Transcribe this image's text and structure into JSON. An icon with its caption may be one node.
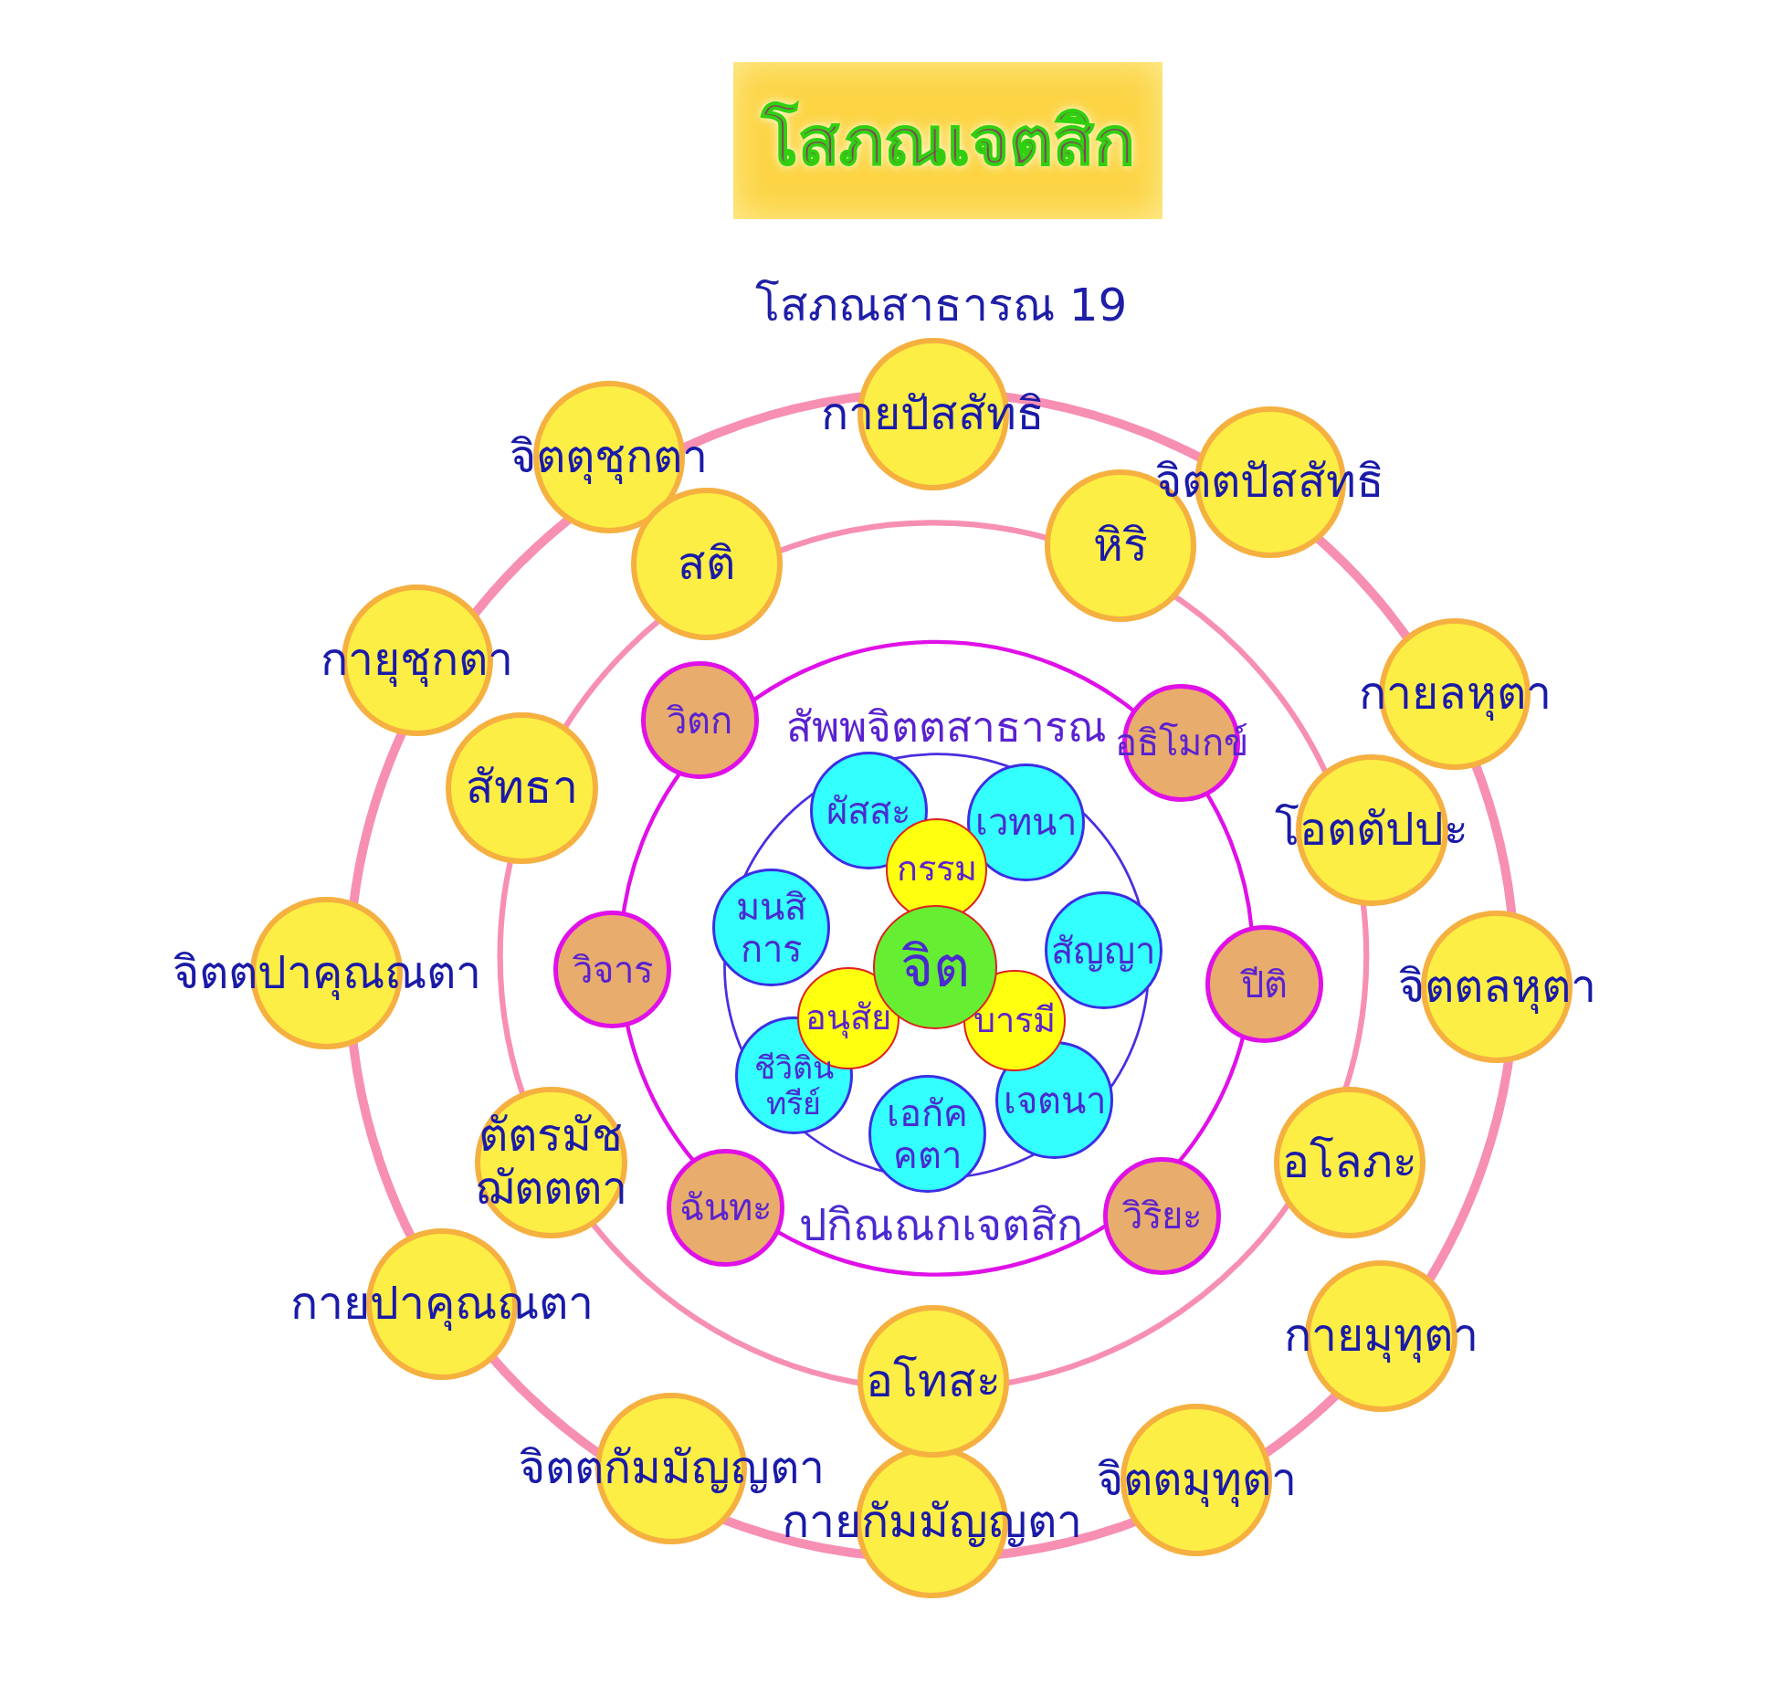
{
  "diagram": {
    "title": "โสภณเจตสิก",
    "nodes": [
      {
        "text": [
          "กายปัสสัทธิ"
        ]
      },
      {
        "text": [
          "จิตตปัสสัทธิ"
        ]
      },
      {
        "text": [
          "กายลหุตา"
        ]
      },
      {
        "text": [
          "จิตตลหุตา"
        ]
      },
      {
        "text": [
          "กายมุทุตา"
        ]
      },
      {
        "text": [
          "จิตตมุทุตา"
        ]
      },
      {
        "text": [
          "กายกัมมัญญตา"
        ]
      },
      {
        "text": [
          "จิตตกัมมัญญตา"
        ]
      },
      {
        "text": [
          "กายปาคุณณตา"
        ]
      },
      {
        "text": [
          "จิตตปาคุณณตา"
        ]
      },
      {
        "text": [
          "กายุชุกตา"
        ]
      },
      {
        "text": [
          "จิตตุชุกตา"
        ]
      },
      {
        "text": [
          "สติ"
        ]
      },
      {
        "text": [
          "หิริ"
        ]
      },
      {
        "text": [
          "โอตตัปปะ"
        ]
      },
      {
        "text": [
          "อโลภะ"
        ]
      },
      {
        "text": [
          "อโทสะ"
        ]
      },
      {
        "text": [
          "ตัตรมัชฌัตตตา"
        ]
      },
      {
        "text": [
          "สัทธา"
        ]
      },
      {
        "text": [
          "วิตก"
        ]
      },
      {
        "text": [
          "อธิโมกข์"
        ]
      },
      {
        "text": [
          "ปีติ"
        ]
      },
      {
        "text": [
          "วิริยะ"
        ]
      },
      {
        "text": [
          "ฉันทะ"
        ]
      },
      {
        "text": [
          "วิจาร"
        ]
      },
      {
        "text": [
          "ผัสสะ"
        ]
      },
      {
        "text": [
          "เวทนา"
        ]
      },
      {
        "text": [
          "สัญญา"
        ]
      },
      {
        "text": [
          "เจตนา"
        ]
      },
      {
        "text": [
          "เอกัคคตา"
        ]
      },
      {
        "text": [
          "ชีวิตินทรีย์"
        ]
      },
      {
        "text": [
          "มนสิการ"
        ]
      },
      {
        "text": [
          "กรรม"
        ]
      },
      {
        "text": [
          "อนุสัย"
        ]
      },
      {
        "text": [
          "บารมี"
        ]
      },
      {
        "text": [
          "จิต"
        ]
      }
    ],
    "labels": [
      "โสภณสาธารณ 19",
      "สัพพจิตตสาธารณ",
      "ปกิณณกเจตสิก"
    ]
  }
}
